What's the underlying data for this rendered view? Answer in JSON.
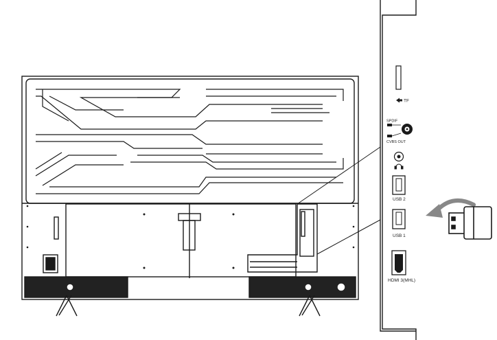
{
  "panel_labels": {
    "tf": "TF",
    "spdif": "SPDIF",
    "cvbs": "CVBS OUT",
    "usb2": "USB 2",
    "usb1": "USB 1",
    "hdmi": "HDMI 3(MHL)"
  },
  "icons": {
    "tf_arrow": "arrow-left-icon",
    "headphone": "headphone-icon",
    "usb_stick": "usb-stick-icon",
    "curved_arrow": "curved-arrow-icon"
  },
  "colors": {
    "line": "#1a1a1a",
    "speaker_grille": "#222222",
    "background": "#ffffff"
  }
}
